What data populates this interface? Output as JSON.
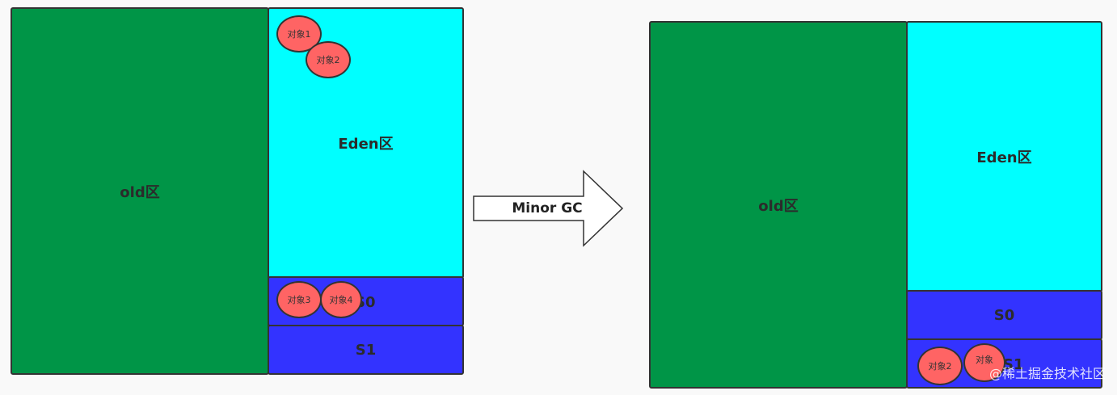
{
  "before": {
    "old_label": "old区",
    "eden_label": "Eden区",
    "s0_label": "S0",
    "s1_label": "S1",
    "eden_objects": [
      "对象1",
      "对象2"
    ],
    "s0_objects": [
      "对象3",
      "对象4"
    ]
  },
  "arrow": {
    "label": "Minor GC"
  },
  "after": {
    "old_label": "old区",
    "eden_label": "Eden区",
    "s0_label": "S0",
    "s1_label": "S1",
    "s1_objects": [
      "对象2",
      "对象"
    ]
  },
  "watermark": "@稀土掘金技术社区",
  "colors": {
    "old": "#009547",
    "eden": "#00ffff",
    "survivor": "#3333ff",
    "object": "#ff6464",
    "border": "#333333"
  }
}
